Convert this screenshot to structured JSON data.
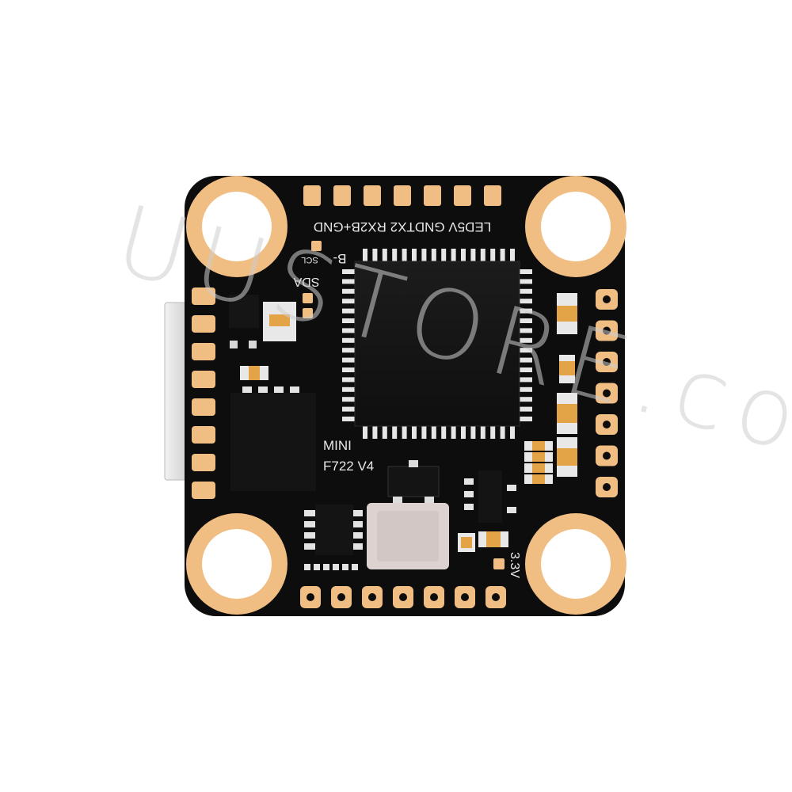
{
  "board": {
    "model_line1": "MINI",
    "model_line2": "F722 V4",
    "pad_labels_top": "LED5V GNDTX2 RX2B+GND",
    "label_b_minus": "B-",
    "label_scl": "SCL",
    "label_sda": "SDA",
    "label_3v3": "3.3V"
  },
  "watermark": {
    "text": "UUSTORE.com"
  },
  "colors": {
    "pcb": "#0d0d0d",
    "copper": "#f0bd83",
    "silkscreen": "#e8e8e8",
    "chip": "#161616",
    "background": "#ffffff"
  }
}
